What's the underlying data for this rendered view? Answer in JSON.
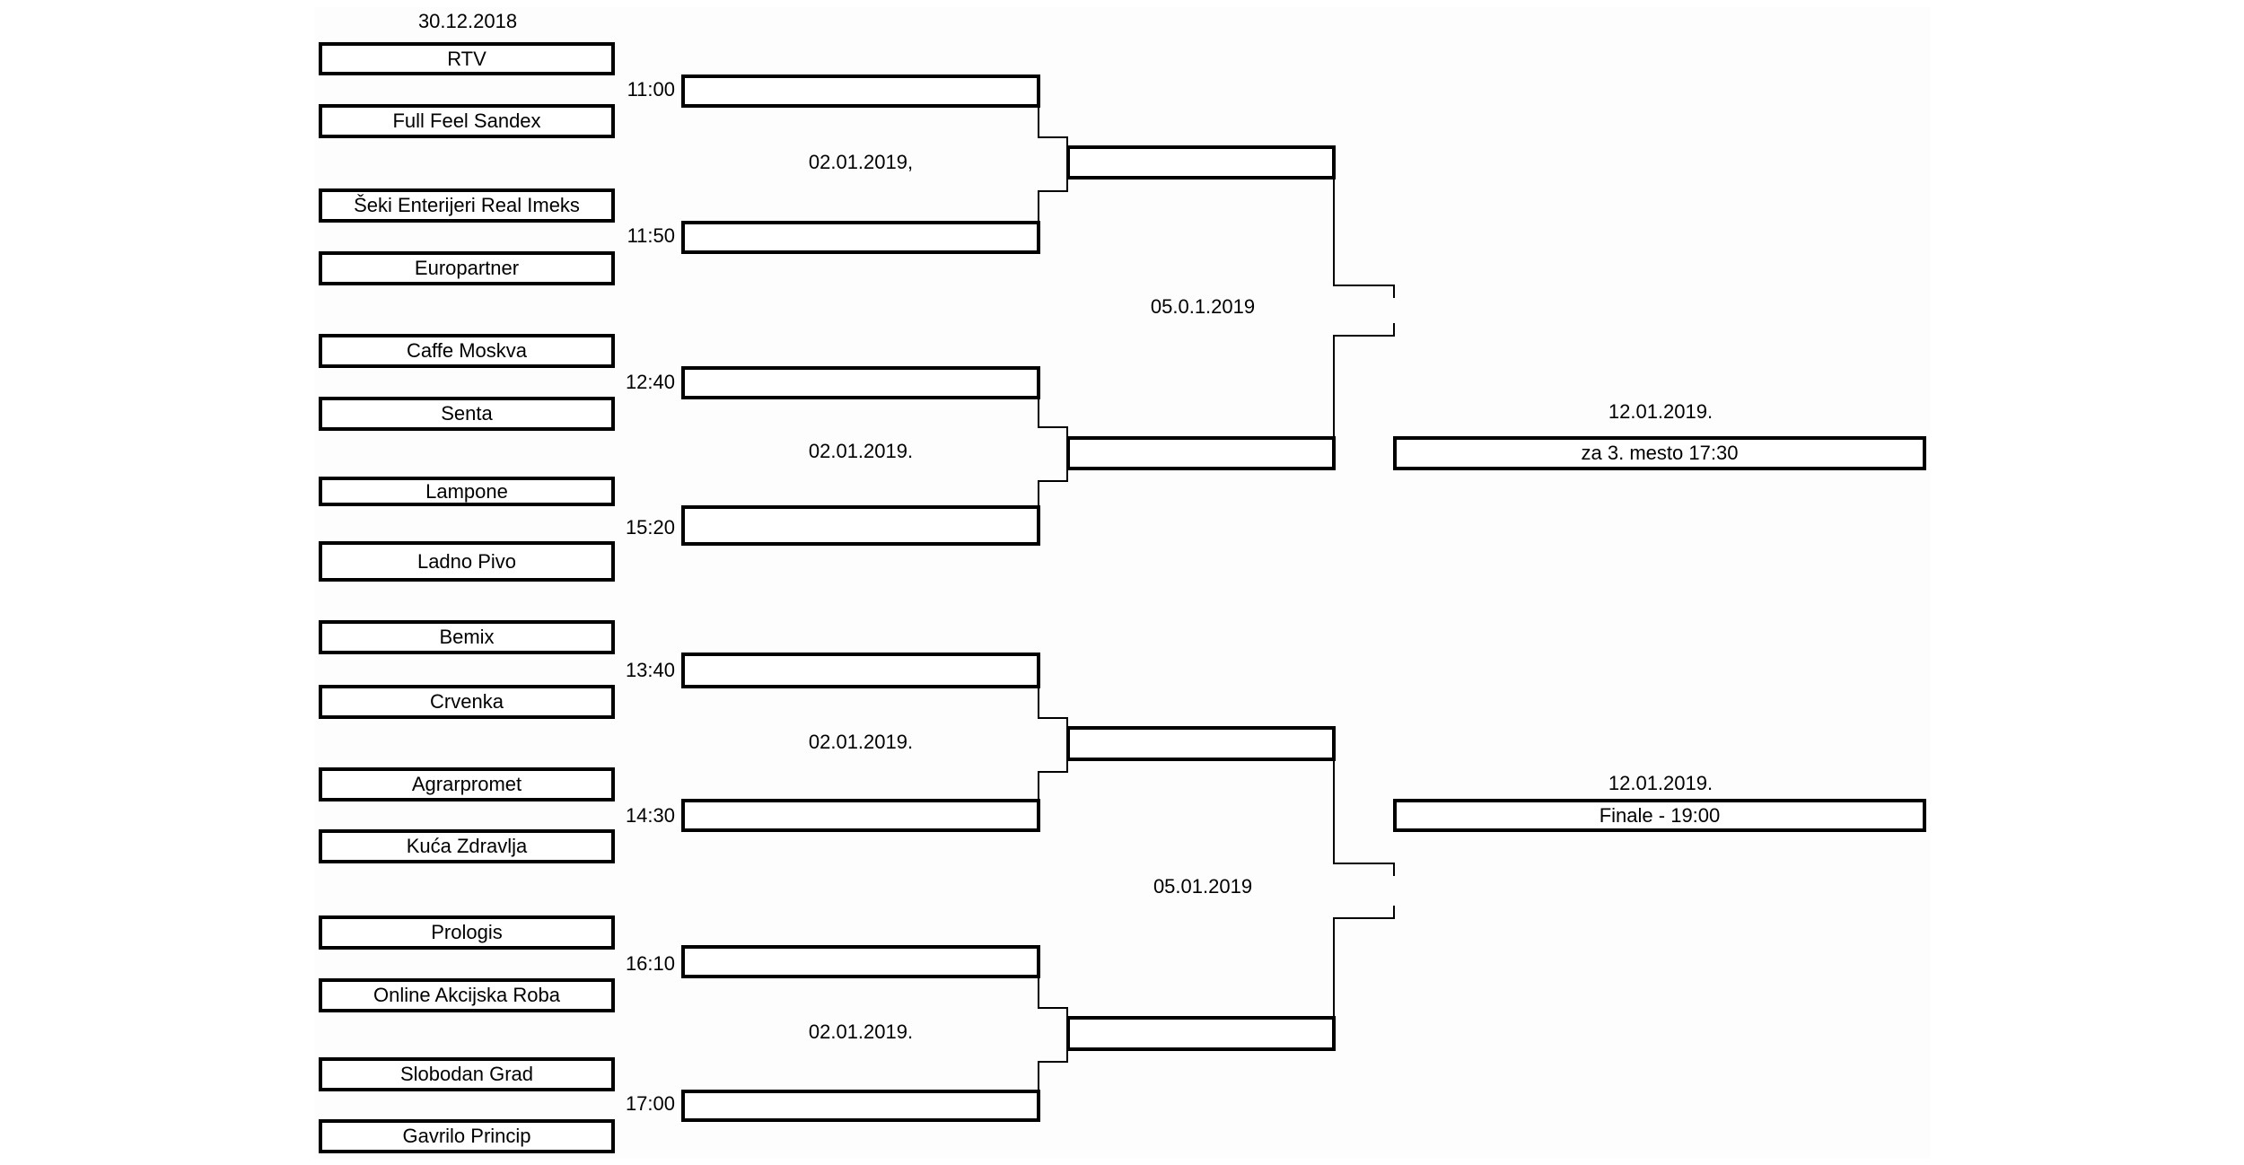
{
  "header_date": "30.12.2018",
  "round1": {
    "teams": [
      "RTV",
      "Full Feel Sandex",
      "Šeki Enterijeri Real Imeks",
      "Europartner",
      "Caffe Moskva",
      "Senta",
      "Lampone",
      "Ladno Pivo",
      "Bemix",
      "Crvenka",
      "Agrarpromet",
      "Kuća Zdravlja",
      "Prologis",
      "Online Akcijska Roba",
      "Slobodan Grad",
      "Gavrilo Princip"
    ],
    "times": [
      "11:00",
      "11:50",
      "12:40",
      "15:20",
      "13:40",
      "14:30",
      "16:10",
      "17:00"
    ]
  },
  "quarterfinal_dates": [
    "02.01.2019,",
    "02.01.2019.",
    "02.01.2019.",
    "02.01.2019."
  ],
  "semifinal_dates": [
    "05.0.1.2019",
    "05.01.2019"
  ],
  "third_place": {
    "date": "12.01.2019.",
    "label": "za 3. mesto 17:30"
  },
  "final": {
    "date": "12.01.2019.",
    "label": "Finale - 19:00"
  }
}
